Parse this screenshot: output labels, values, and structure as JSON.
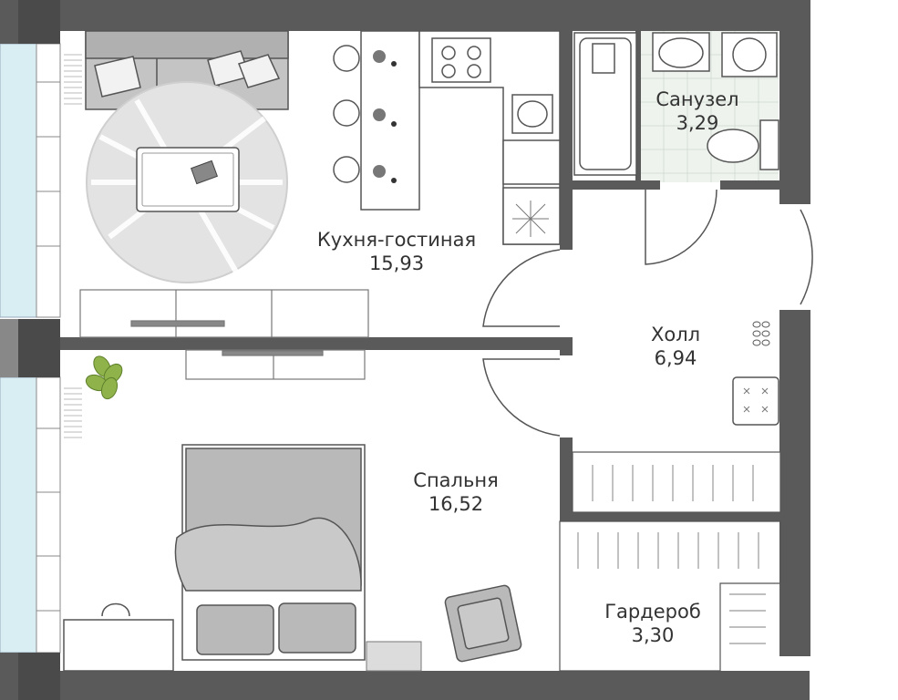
{
  "colors": {
    "wall": "#5a5a5a",
    "furniture_stroke": "#555555",
    "furniture_fill": "#b9b9b9",
    "floor_accent": "#ececec",
    "window_glass": "#d8eef3",
    "plant": "#8fb34a",
    "text": "#333333",
    "tile": "#e8efe8"
  },
  "rooms": [
    {
      "id": "kitchen-living",
      "name": "Кухня-гостиная",
      "area": "15,93"
    },
    {
      "id": "bathroom",
      "name": "Санузел",
      "area": "3,29"
    },
    {
      "id": "hall",
      "name": "Холл",
      "area": "6,94"
    },
    {
      "id": "bedroom",
      "name": "Спальня",
      "area": "16,52"
    },
    {
      "id": "wardrobe",
      "name": "Гардероб",
      "area": "3,30"
    }
  ]
}
